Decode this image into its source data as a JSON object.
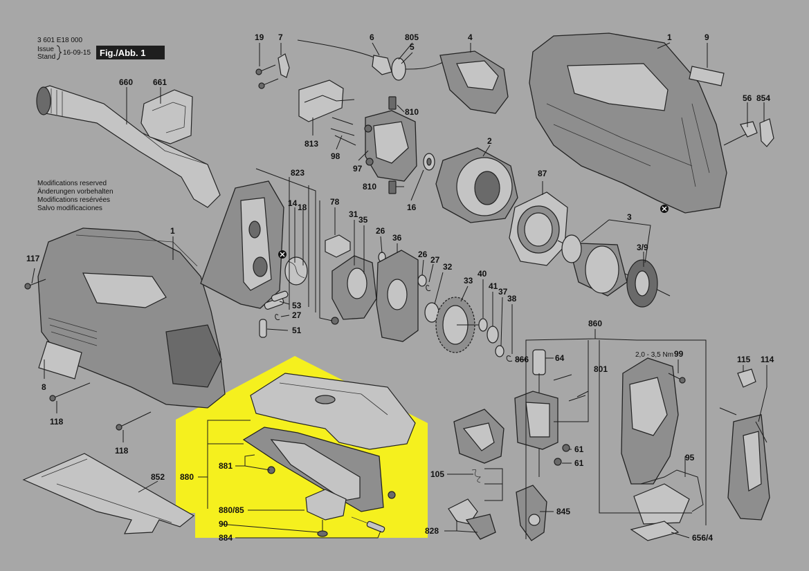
{
  "header": {
    "doc_number": "3 601 E18 000",
    "issue_label": "Issue",
    "stand_label": "Stand",
    "issue_date": "16-09-15",
    "figure_label": "Fig./Abb. 1"
  },
  "notice": [
    "Modifications reserved",
    "Änderungen vorbehalten",
    "Modifications resérvées",
    "Salvo modificaciones"
  ],
  "torque_spec": "2,0 - 3,5 Nm",
  "highlight_color": "#f5f01e",
  "background_color": "#a7a7a7",
  "callouts": {
    "c19": "19",
    "c7": "7",
    "c6": "6",
    "c805": "805",
    "c5": "5",
    "c4": "4",
    "c1a": "1",
    "c9": "9",
    "c660": "660",
    "c661": "661",
    "c810a": "810",
    "c813": "813",
    "c98": "98",
    "c97": "97",
    "c2": "2",
    "c810b": "810",
    "c16": "16",
    "c56": "56",
    "c854": "854",
    "c823": "823",
    "c14": "14",
    "c18": "18",
    "c87": "87",
    "c78": "78",
    "c31": "31",
    "c35": "35",
    "c26a": "26",
    "c36": "36",
    "c3": "3",
    "c3_9": "3/9",
    "c1b": "1",
    "c117": "117",
    "c26b": "26",
    "c27a": "27",
    "c32": "32",
    "c53": "53",
    "c27b": "27",
    "c51": "51",
    "c33": "33",
    "c40": "40",
    "c41": "41",
    "c37": "37",
    "c38": "38",
    "c860": "860",
    "c866": "866",
    "c64": "64",
    "c801": "801",
    "c99": "99",
    "c115": "115",
    "c114": "114",
    "c8": "8",
    "c118a": "118",
    "c118b": "118",
    "c852": "852",
    "c880": "880",
    "c881": "881",
    "c880_85": "880/85",
    "c90": "90",
    "c884": "884",
    "c105": "105",
    "c61a": "61",
    "c61b": "61",
    "c95": "95",
    "c845": "845",
    "c828": "828",
    "c656_4": "656/4"
  }
}
